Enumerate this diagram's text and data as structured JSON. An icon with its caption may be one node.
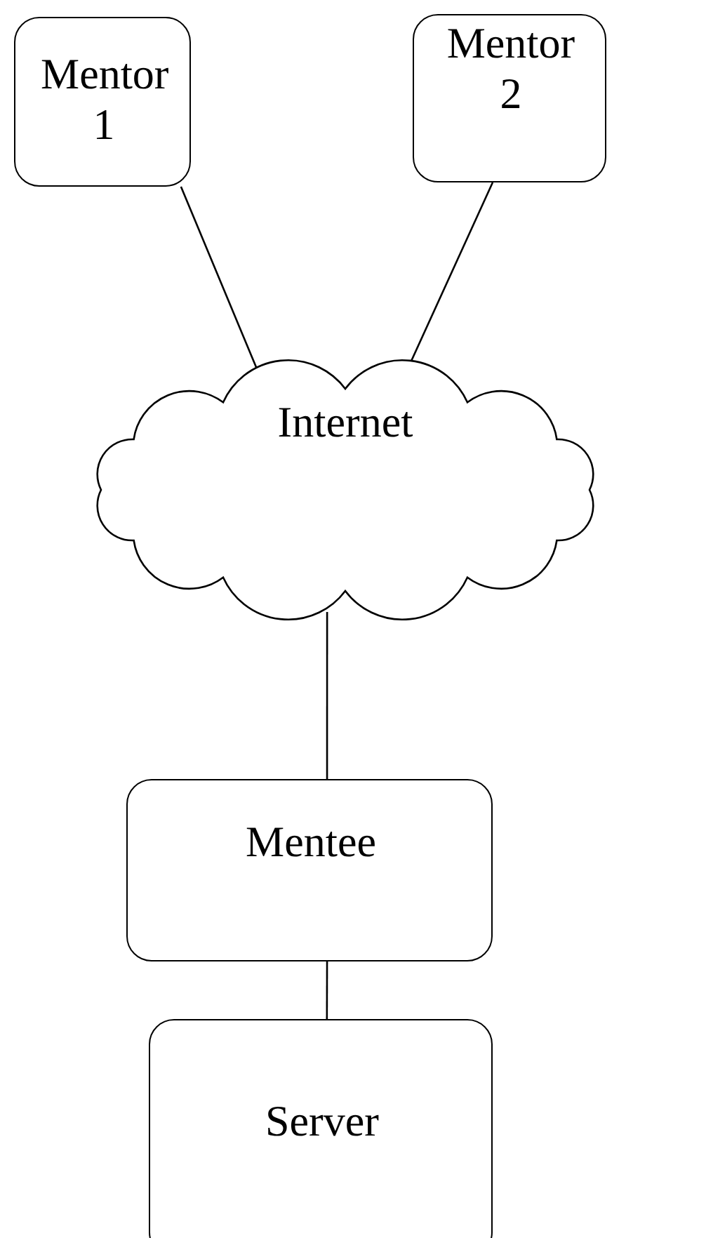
{
  "diagram": {
    "nodes": [
      {
        "text": [
          "Mentor 1"
        ]
      },
      {
        "text": [
          "Mentor 2"
        ]
      },
      {
        "text": [
          "Internet"
        ]
      },
      {
        "text": [
          "Mentee"
        ]
      },
      {
        "text": [
          "Server"
        ]
      }
    ],
    "edges": [
      {
        "from": 0,
        "to": 2,
        "arrow": "none"
      },
      {
        "from": 1,
        "to": 2,
        "arrow": "none"
      },
      {
        "from": 2,
        "to": 3,
        "arrow": "none"
      },
      {
        "from": 3,
        "to": 4,
        "arrow": "none"
      }
    ]
  }
}
